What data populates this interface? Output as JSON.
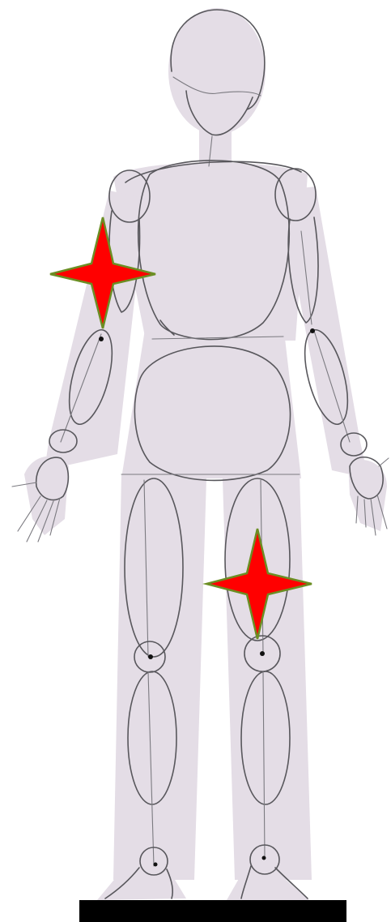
{
  "figure": {
    "subject": "mannequin-figure-sketch",
    "skin_color": "#e4dde6",
    "line_color": "#58575c",
    "base_color": "#000000",
    "marker_fill": "#ff0000",
    "marker_outline": "#6b8e23"
  },
  "markers": [
    {
      "name": "star-marker-right-upper-arm",
      "shape": "four-point-star"
    },
    {
      "name": "star-marker-left-thigh",
      "shape": "four-point-star"
    }
  ]
}
